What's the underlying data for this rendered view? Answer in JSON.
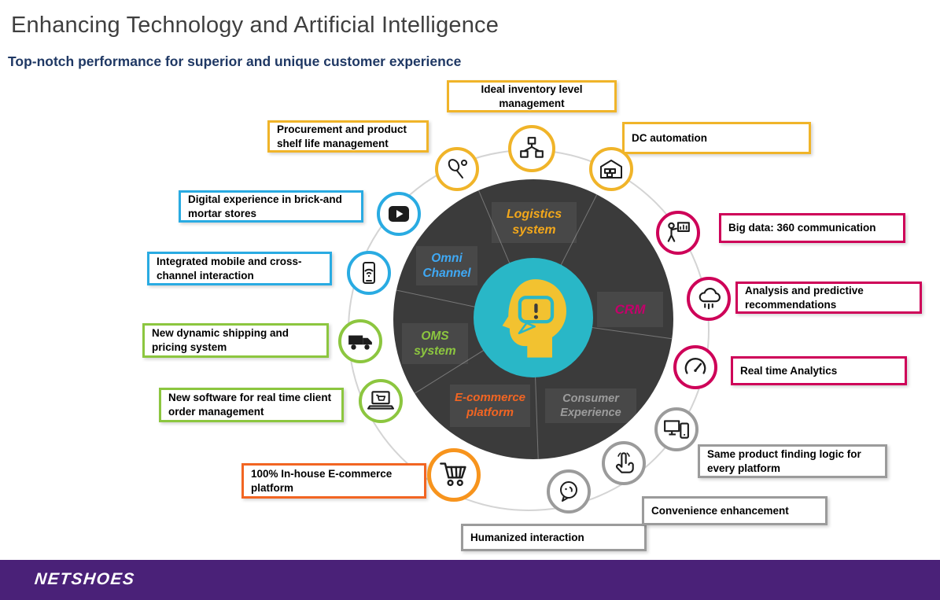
{
  "slide": {
    "title": "Enhancing Technology and Artificial Intelligence",
    "subtitle": "Top-notch performance for superior and unique customer experience",
    "footer_logo": "NETSHOES"
  },
  "palette": {
    "yellow": "#F0B429",
    "cyan": "#29ABE2",
    "green": "#8CC63F",
    "orange": "#F7941D",
    "deep_orange": "#F26522",
    "magenta": "#CE0058",
    "gray": "#9B9B9B",
    "wheel_dark": "#3B3B3B",
    "center_teal": "#29B7C7",
    "head_yellow": "#F2C230",
    "footer_purple": "#4A2178",
    "subtitle_navy": "#1F3864"
  },
  "wheel": {
    "center_icon": "head-with-alert-bubble-icon",
    "segments": [
      {
        "label": "Logistics system",
        "color": "#F2A71B"
      },
      {
        "label": "Omni Channel",
        "color": "#3FA9F5"
      },
      {
        "label": "OMS system",
        "color": "#8CC63F"
      },
      {
        "label": "E-commerce platform",
        "color": "#F26522"
      },
      {
        "label": "Consumer Experience",
        "color": "#9C9C9C"
      },
      {
        "label": "CRM",
        "color": "#C4006B"
      }
    ]
  },
  "callouts": [
    {
      "text": "Ideal inventory level management",
      "border": "#F0B429"
    },
    {
      "text": "Procurement and product shelf life management",
      "border": "#F0B429"
    },
    {
      "text": "DC automation",
      "border": "#F0B429"
    },
    {
      "text": "Digital experience in brick-and mortar stores",
      "border": "#29ABE2"
    },
    {
      "text": "Integrated mobile and cross-channel interaction",
      "border": "#29ABE2"
    },
    {
      "text": "New dynamic shipping and pricing system",
      "border": "#8CC63F"
    },
    {
      "text": "New software for real time client order management",
      "border": "#8CC63F"
    },
    {
      "text": "100% In-house E-commerce platform",
      "border": "#F26522"
    },
    {
      "text": "Humanized interaction",
      "border": "#9B9B9B"
    },
    {
      "text": "Convenience enhancement",
      "border": "#9B9B9B"
    },
    {
      "text": "Same product finding logic for every platform",
      "border": "#9B9B9B"
    },
    {
      "text": "Real time Analytics",
      "border": "#CE0058"
    },
    {
      "text": "Analysis and predictive recommendations",
      "border": "#CE0058"
    },
    {
      "text": "Big data: 360 communication",
      "border": "#CE0058"
    }
  ],
  "icons": [
    {
      "name": "tennis-racket-icon",
      "ring": "#F0B429"
    },
    {
      "name": "inventory-distribution-icon",
      "ring": "#F0B429"
    },
    {
      "name": "warehouse-icon",
      "ring": "#F0B429"
    },
    {
      "name": "play-video-icon",
      "ring": "#29ABE2"
    },
    {
      "name": "mobile-wifi-icon",
      "ring": "#29ABE2"
    },
    {
      "name": "delivery-truck-icon",
      "ring": "#8CC63F"
    },
    {
      "name": "laptop-order-icon",
      "ring": "#8CC63F"
    },
    {
      "name": "shopping-cart-icon",
      "ring": "#F7941D"
    },
    {
      "name": "humanized-chat-icon",
      "ring": "#9B9B9B"
    },
    {
      "name": "touch-gesture-icon",
      "ring": "#9B9B9B"
    },
    {
      "name": "multi-device-icon",
      "ring": "#9B9B9B"
    },
    {
      "name": "speedometer-icon",
      "ring": "#CE0058"
    },
    {
      "name": "cloud-data-icon",
      "ring": "#CE0058"
    },
    {
      "name": "presentation-chart-icon",
      "ring": "#CE0058"
    }
  ]
}
